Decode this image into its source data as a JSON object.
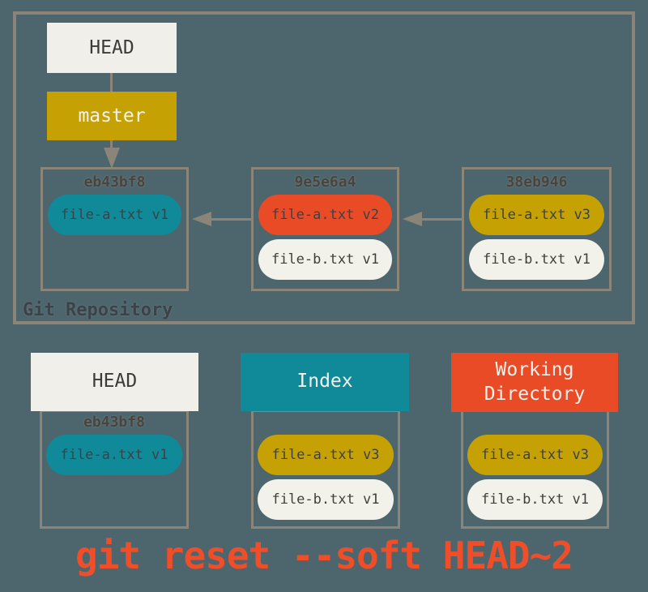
{
  "colors": {
    "background": "#4d666e",
    "line_and_border": "#8b8478",
    "cream": "#f0efe9",
    "teal": "#108a99",
    "gold": "#c5a104",
    "red": "#e94b27",
    "dark_text": "#3d4247",
    "light_text": "#f4f2ea",
    "caption": "#ef4e29"
  },
  "repository": {
    "label": "Git Repository",
    "head_label": "HEAD",
    "branch_label": "master",
    "commits": [
      {
        "hash": "eb43bf8",
        "files": [
          {
            "name": "file-a.txt v1",
            "color": "teal"
          }
        ]
      },
      {
        "hash": "9e5e6a4",
        "files": [
          {
            "name": "file-a.txt v2",
            "color": "red"
          },
          {
            "name": "file-b.txt v1",
            "color": "cream"
          }
        ]
      },
      {
        "hash": "38eb946",
        "files": [
          {
            "name": "file-a.txt v3",
            "color": "gold"
          },
          {
            "name": "file-b.txt v1",
            "color": "cream"
          }
        ]
      }
    ]
  },
  "areas": [
    {
      "title": "HEAD",
      "hash": "eb43bf8",
      "files": [
        {
          "name": "file-a.txt v1",
          "color": "teal"
        }
      ]
    },
    {
      "title": "Index",
      "files": [
        {
          "name": "file-a.txt v3",
          "color": "gold"
        },
        {
          "name": "file-b.txt v1",
          "color": "cream"
        }
      ]
    },
    {
      "title": "Working Directory",
      "files": [
        {
          "name": "file-a.txt v3",
          "color": "gold"
        },
        {
          "name": "file-b.txt v1",
          "color": "cream"
        }
      ]
    }
  ],
  "caption": "git reset --soft HEAD~2"
}
